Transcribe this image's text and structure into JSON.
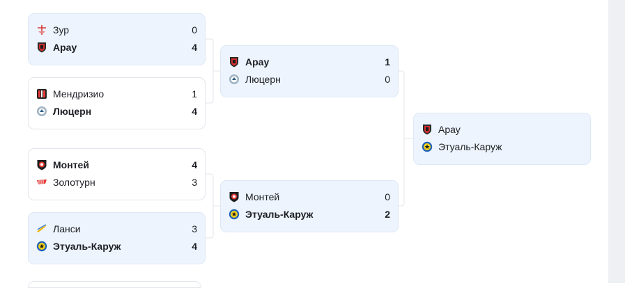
{
  "bracket": {
    "round1": [
      {
        "team1": {
          "name": "Зур",
          "score": "0",
          "icon": "zug-crest-icon"
        },
        "team2": {
          "name": "Арау",
          "score": "4",
          "icon": "aarau-crest-icon"
        }
      },
      {
        "team1": {
          "name": "Мендризио",
          "score": "1",
          "icon": "mendrisio-crest-icon"
        },
        "team2": {
          "name": "Люцерн",
          "score": "4",
          "icon": "luzern-crest-icon"
        }
      },
      {
        "team1": {
          "name": "Монтей",
          "score": "4",
          "icon": "monthey-crest-icon"
        },
        "team2": {
          "name": "Золотурн",
          "score": "3",
          "icon": "solothurn-crest-icon"
        }
      },
      {
        "team1": {
          "name": "Ланси",
          "score": "3",
          "icon": "lancy-crest-icon"
        },
        "team2": {
          "name": "Этуаль-Каруж",
          "score": "4",
          "icon": "etoile-carouge-crest-icon"
        }
      }
    ],
    "round2": [
      {
        "team1": {
          "name": "Арау",
          "score": "1",
          "icon": "aarau-crest-icon"
        },
        "team2": {
          "name": "Люцерн",
          "score": "0",
          "icon": "luzern-crest-icon"
        }
      },
      {
        "team1": {
          "name": "Монтей",
          "score": "0",
          "icon": "monthey-crest-icon"
        },
        "team2": {
          "name": "Этуаль-Каруж",
          "score": "2",
          "icon": "etoile-carouge-crest-icon"
        }
      }
    ],
    "round3": [
      {
        "team1": {
          "name": "Арау",
          "icon": "aarau-crest-icon"
        },
        "team2": {
          "name": "Этуаль-Каруж",
          "icon": "etoile-carouge-crest-icon"
        }
      }
    ]
  },
  "colors": {
    "highlight_bg": "#edf4fd",
    "card_border": "#e2e6ec",
    "connector": "#e3e6ea",
    "text": "#1d1f24",
    "side_strip": "#eef0f3"
  }
}
